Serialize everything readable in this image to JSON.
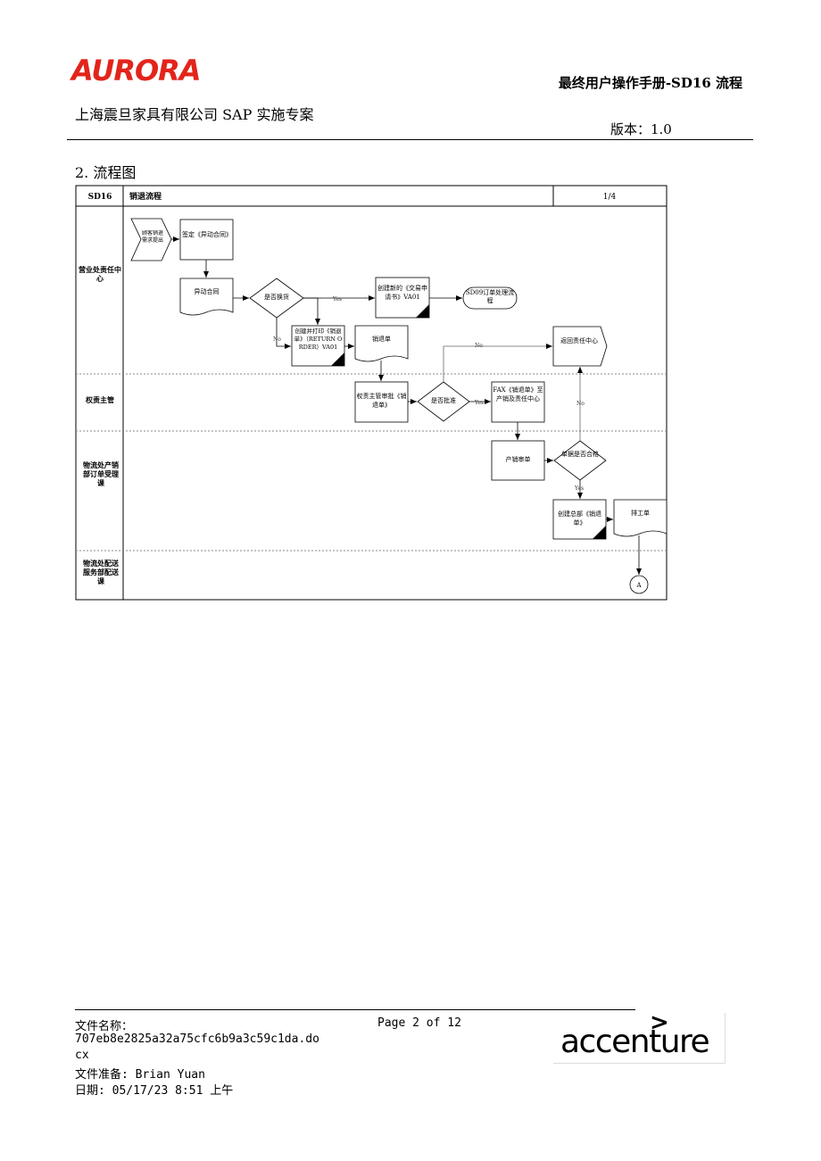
{
  "header": {
    "logo": "AURORA",
    "manual_title": "最终用户操作手册-SD16 流程",
    "project": "上海震旦家具有限公司 SAP 实施专案",
    "version": "版本：1.0"
  },
  "section": {
    "title": "2.  流程图"
  },
  "flowchart": {
    "code": "SD16",
    "name": "销退流程",
    "page": "1/4",
    "lanes": [
      "营业处责任中心",
      "权责主管",
      "物流处产销部订单受理课",
      "物流处配送服务部配送课"
    ],
    "nodes": {
      "n_start": "顾客销退需求提出",
      "n_sign": "签定《异动合同》",
      "n_contract_doc": "异动合同",
      "n_exchange": "是否换货",
      "n_new_order": "创建新的《交易申请书》VA01",
      "n_sd09": "SD09订单处理流程",
      "n_print_return": "创建并打印《销退单》（RETURN ORDER）VA01",
      "n_return_doc": "销退单",
      "n_return_center": "返回责任中心",
      "n_mgr_review": "权责主管审批《销退单》",
      "n_approved": "是否批准",
      "n_fax": "FAX《销退单》至产销及责任中心",
      "n_prod_review": "产销审单",
      "n_doc_ok": "单据是否合格",
      "n_create_hq": "创建总部《销退单》",
      "n_schedule": "排工单",
      "n_connector": "A"
    },
    "edges": {
      "yes": "Yes",
      "no": "No"
    }
  },
  "footer": {
    "file_name_label": "文件名称：",
    "file_name_1": "707eb8e2825a32a75cfc6b9a3c59c1da.do",
    "file_name_2": "cx",
    "page": "Page 2 of 12",
    "prepared_by": "文件准备:   Brian Yuan",
    "date": "日期:     05/17/23 8:51 上午",
    "brand": "accenture"
  }
}
